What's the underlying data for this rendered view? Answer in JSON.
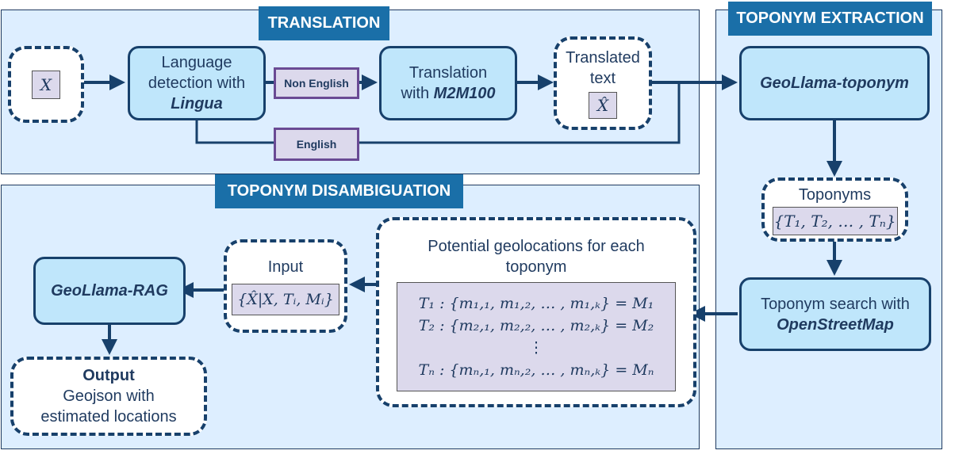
{
  "sections": {
    "translation": "TRANSLATION",
    "toponym_extraction": "TOPONYM EXTRACTION",
    "toponym_disambiguation": "TOPONYM DISAMBIGUATION"
  },
  "nodes": {
    "input_x": "X",
    "language_detection": {
      "line1": "Language",
      "line2": "detection with",
      "tool": "Lingua"
    },
    "translation": {
      "line1": "Translation",
      "prefix": "with ",
      "tool": "M2M100"
    },
    "translated_text": {
      "line1": "Translated",
      "line2": "text",
      "symbol": "X̂"
    },
    "geollama_toponym": "GeoLlama-toponym",
    "toponyms": {
      "title": "Toponyms",
      "set": "{T₁, T₂, … , Tₙ}"
    },
    "toponym_search": {
      "line1": "Toponym search with",
      "tool": "OpenStreetMap"
    },
    "potential_geolocations": {
      "line1": "Potential geolocations for each",
      "line2": "toponym",
      "rows": [
        "T₁ : {m₁,₁, m₁,₂, … , m₁,ₖ} = M₁",
        "T₂ : {m₂,₁, m₂,₂, … , m₂,ₖ} = M₂",
        "⋮",
        "Tₙ : {mₙ,₁, mₙ,₂, … , mₙ,ₖ} = Mₙ"
      ]
    },
    "input": {
      "title": "Input",
      "set": "{X̂|X, Tᵢ, Mᵢ}"
    },
    "geollama_rag": "GeoLlama-RAG",
    "output": {
      "title": "Output",
      "line1": "Geojson with",
      "line2": "estimated locations"
    }
  },
  "edges": {
    "non_english": "Non English",
    "english": "English"
  },
  "colors": {
    "panel_fill": "#ddeeff",
    "section_label_fill": "#1a6fa8",
    "node_fill": "#bfe6fb",
    "stroke": "#17406b",
    "math_fill": "#dcd9ec",
    "tag_border": "#6a4a94"
  }
}
